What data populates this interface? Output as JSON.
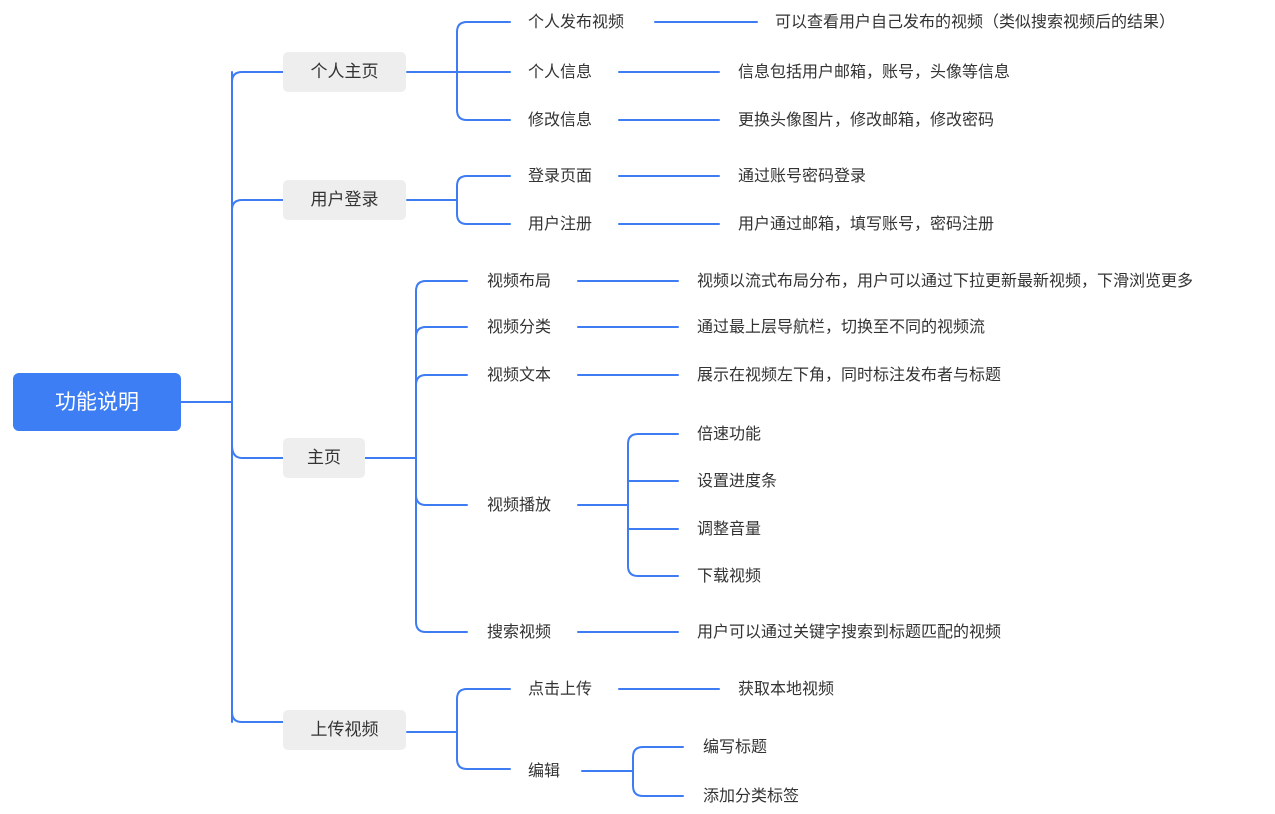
{
  "root": {
    "label": "功能说明"
  },
  "branches": [
    {
      "label": "个人主页",
      "children": [
        {
          "label": "个人发布视频",
          "detail": "可以查看用户自己发布的视频（类似搜索视频后的结果）"
        },
        {
          "label": "个人信息",
          "detail": "信息包括用户邮箱，账号，头像等信息"
        },
        {
          "label": "修改信息",
          "detail": "更换头像图片，修改邮箱，修改密码"
        }
      ]
    },
    {
      "label": "用户登录",
      "children": [
        {
          "label": "登录页面",
          "detail": "通过账号密码登录"
        },
        {
          "label": "用户注册",
          "detail": "用户通过邮箱，填写账号，密码注册"
        }
      ]
    },
    {
      "label": "主页",
      "children": [
        {
          "label": "视频布局",
          "detail": "视频以流式布局分布，用户可以通过下拉更新最新视频，下滑浏览更多"
        },
        {
          "label": "视频分类",
          "detail": "通过最上层导航栏，切换至不同的视频流"
        },
        {
          "label": "视频文本",
          "detail": "展示在视频左下角，同时标注发布者与标题"
        },
        {
          "label": "视频播放",
          "items": [
            "倍速功能",
            "设置进度条",
            "调整音量",
            "下载视频"
          ]
        },
        {
          "label": "搜索视频",
          "detail": "用户可以通过关键字搜索到标题匹配的视频"
        }
      ]
    },
    {
      "label": "上传视频",
      "children": [
        {
          "label": "点击上传",
          "detail": "获取本地视频"
        },
        {
          "label": "编辑",
          "items": [
            "编写标题",
            "添加分类标签"
          ]
        }
      ]
    }
  ],
  "colors": {
    "line": "#3e7cf3",
    "root_bg": "#3d7ef5",
    "branch_bg": "#eeeeee",
    "text": "#333333"
  }
}
